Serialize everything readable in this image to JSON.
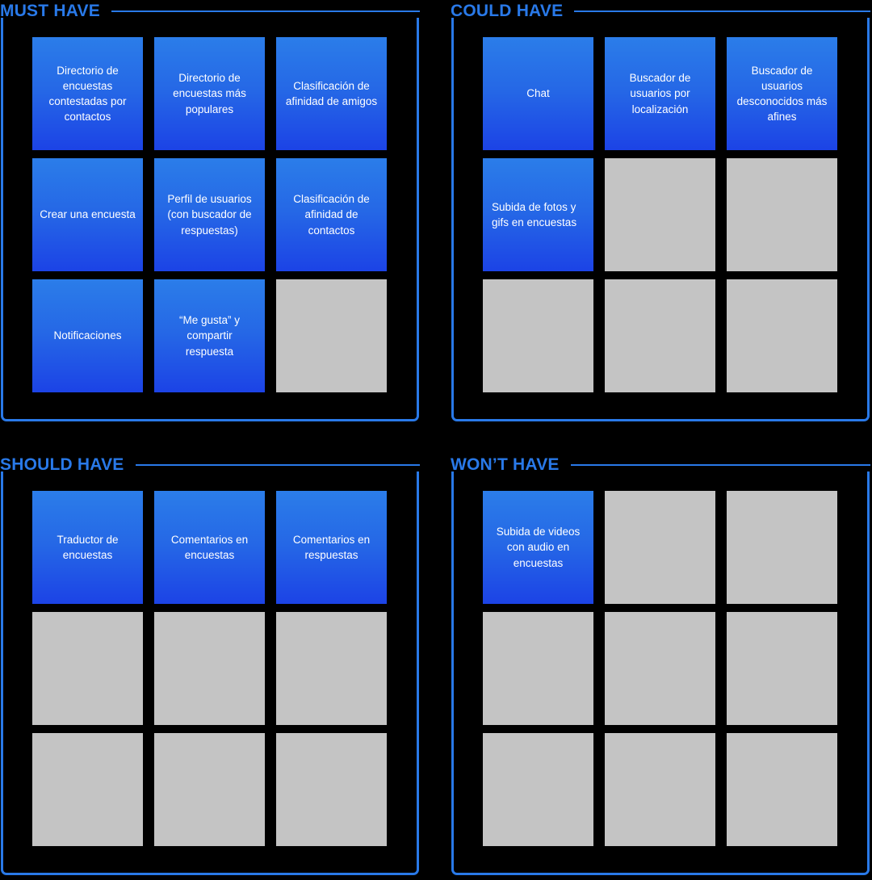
{
  "board": {
    "background_color": "#000000",
    "accent_color": "#2979E8",
    "card_gradient_top": "#2B7DE9",
    "card_gradient_bottom": "#1C43E6",
    "empty_card_color": "#C4C4C4",
    "card_text_color": "#FFFFFF"
  },
  "quadrants": [
    {
      "key": "must",
      "title": "MUST HAVE",
      "cards": [
        {
          "label": "Directorio de encuestas contestadas por contactos",
          "state": "filled",
          "align": "center"
        },
        {
          "label": "Directorio de encuestas más populares",
          "state": "filled",
          "align": "center"
        },
        {
          "label": "Clasificación de afinidad de amigos",
          "state": "filled",
          "align": "center"
        },
        {
          "label": "Crear una encuesta",
          "state": "filled",
          "align": "center"
        },
        {
          "label": "Perfil de usuarios (con buscador de respuestas)",
          "state": "filled",
          "align": "center"
        },
        {
          "label": "Clasificación de afinidad de contactos",
          "state": "filled",
          "align": "center"
        },
        {
          "label": "Notificaciones",
          "state": "filled",
          "align": "center"
        },
        {
          "label": "“Me gusta” y compartir respuesta",
          "state": "filled",
          "align": "center"
        },
        {
          "label": "",
          "state": "empty",
          "align": "center"
        }
      ]
    },
    {
      "key": "could",
      "title": "COULD HAVE",
      "cards": [
        {
          "label": "Chat",
          "state": "filled",
          "align": "center"
        },
        {
          "label": "Buscador de usuarios por localización",
          "state": "filled",
          "align": "center"
        },
        {
          "label": "Buscador de usuarios desconocidos más afines",
          "state": "filled",
          "align": "center"
        },
        {
          "label": "Subida de fotos y gifs en encuestas",
          "state": "filled",
          "align": "left"
        },
        {
          "label": "",
          "state": "empty",
          "align": "center"
        },
        {
          "label": "",
          "state": "empty",
          "align": "center"
        },
        {
          "label": "",
          "state": "empty",
          "align": "center"
        },
        {
          "label": "",
          "state": "empty",
          "align": "center"
        },
        {
          "label": "",
          "state": "empty",
          "align": "center"
        }
      ]
    },
    {
      "key": "should",
      "title": "SHOULD HAVE",
      "cards": [
        {
          "label": "Traductor de encuestas",
          "state": "filled",
          "align": "center"
        },
        {
          "label": "Comentarios en encuestas",
          "state": "filled",
          "align": "center"
        },
        {
          "label": "Comentarios en respuestas",
          "state": "filled",
          "align": "center"
        },
        {
          "label": "",
          "state": "empty",
          "align": "center"
        },
        {
          "label": "",
          "state": "empty",
          "align": "center"
        },
        {
          "label": "",
          "state": "empty",
          "align": "center"
        },
        {
          "label": "",
          "state": "empty",
          "align": "center"
        },
        {
          "label": "",
          "state": "empty",
          "align": "center"
        },
        {
          "label": "",
          "state": "empty",
          "align": "center"
        }
      ]
    },
    {
      "key": "wont",
      "title": "WON’T HAVE",
      "cards": [
        {
          "label": "Subida de videos con audio en encuestas",
          "state": "filled",
          "align": "center"
        },
        {
          "label": "",
          "state": "empty",
          "align": "center"
        },
        {
          "label": "",
          "state": "empty",
          "align": "center"
        },
        {
          "label": "",
          "state": "empty",
          "align": "center"
        },
        {
          "label": "",
          "state": "empty",
          "align": "center"
        },
        {
          "label": "",
          "state": "empty",
          "align": "center"
        },
        {
          "label": "",
          "state": "empty",
          "align": "center"
        },
        {
          "label": "",
          "state": "empty",
          "align": "center"
        },
        {
          "label": "",
          "state": "empty",
          "align": "center"
        }
      ]
    }
  ]
}
